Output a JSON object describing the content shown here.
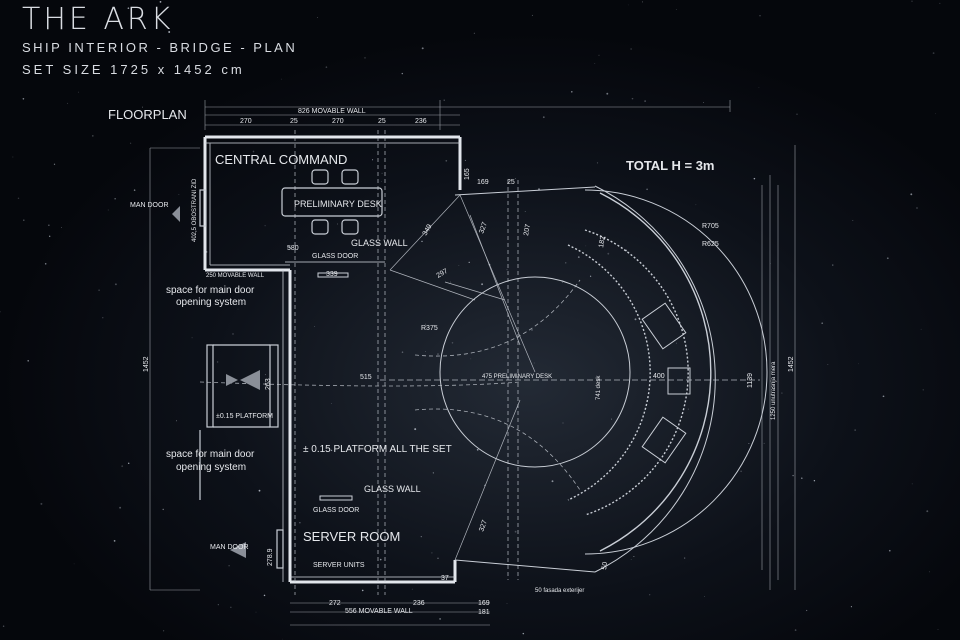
{
  "header": {
    "title": "THE ARK",
    "subtitle": "SHIP INTERIOR - BRIDGE - PLAN",
    "set_size": "SET SIZE 1725 x 1452 cm"
  },
  "plan": {
    "floorplan_label": "FLOORPLAN",
    "total_height": "TOTAL H = 3m",
    "rooms": {
      "central_command": "CENTRAL COMMAND",
      "server_room": "SERVER ROOM",
      "preliminary_desk": "PRELIMINARY DESK",
      "glass_wall_top": "GLASS WALL",
      "glass_wall_bottom": "GLASS WALL",
      "glass_door_top": "GLASS DOOR",
      "glass_door_bottom": "GLASS DOOR",
      "server_units": "SERVER UNITS",
      "platform_small": "±0.15 PLATFORM",
      "platform_all": "± 0.15 PLATFORM ALL THE SET",
      "main_door_top": "MAN DOOR",
      "main_door_bottom": "MAN DOOR",
      "space_main_door_1a": "space for main door",
      "space_main_door_1b": "opening system",
      "space_main_door_2a": "space for main door",
      "space_main_door_2b": "opening system",
      "movable_wall_small": "250 MOVABLE WALL",
      "wall_label_vertical": "402,5 OBOSTRANI ZID",
      "preliminary_desk_center": "475 PRELIMINARY DESK",
      "facade_label": "50 fasada exterijer",
      "inner_size_label": "1250 unutrasnja mera",
      "inner_desk_label": "741 desk"
    },
    "dimensions": {
      "top_total": "826 MOVABLE WALL",
      "top_segments": [
        "270",
        "25",
        "270",
        "25",
        "236"
      ],
      "bottom_total": "556 MOVABLE WALL",
      "bottom_segments": [
        "272",
        "236",
        "169"
      ],
      "bottom_181": "181",
      "d580": "580",
      "d339": "339",
      "d515": "515",
      "d400": "400",
      "d165": "165",
      "d169": "169",
      "d25": "25",
      "d349": "349",
      "d327_top": "327",
      "d207": "207",
      "d297": "297",
      "d327_bottom": "327",
      "d182": "182",
      "d37": "37",
      "d50": "50",
      "r375": "R375",
      "r705": "R705",
      "r625": "R625",
      "d1452_left": "1452",
      "d1452_right": "1452",
      "d1139": "1139",
      "d2789": "278.9",
      "d263": "263"
    }
  }
}
